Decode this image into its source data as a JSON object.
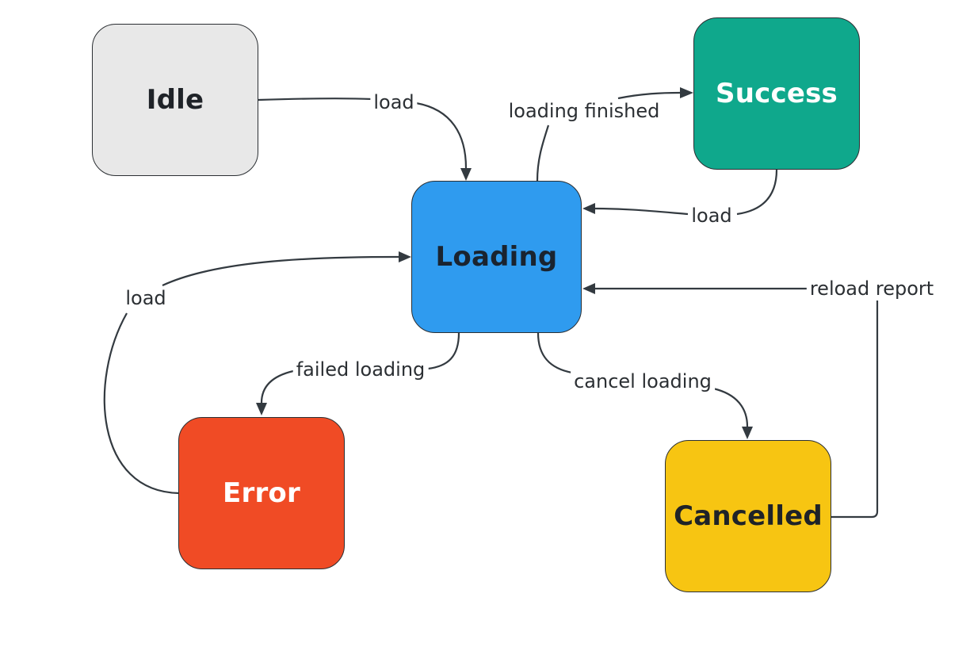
{
  "diagram": {
    "states": {
      "idle": {
        "label": "Idle",
        "color": "#e8e8e8",
        "text_color": "#1f2328"
      },
      "success": {
        "label": "Success",
        "color": "#0fa88c",
        "text_color": "#ffffff"
      },
      "loading": {
        "label": "Loading",
        "color": "#2f9bef",
        "text_color": "#1a2430"
      },
      "error": {
        "label": "Error",
        "color": "#f04b25",
        "text_color": "#ffffff"
      },
      "cancelled": {
        "label": "Cancelled",
        "color": "#f7c512",
        "text_color": "#1f2328"
      }
    },
    "transitions": [
      {
        "id": "idle-load",
        "from": "Idle",
        "to": "Loading",
        "label": "load"
      },
      {
        "id": "loading-finished",
        "from": "Loading",
        "to": "Success",
        "label": "loading finished"
      },
      {
        "id": "success-load",
        "from": "Success",
        "to": "Loading",
        "label": "load"
      },
      {
        "id": "error-load",
        "from": "Error",
        "to": "Loading",
        "label": "load"
      },
      {
        "id": "reload-report",
        "from": "Cancelled",
        "to": "Loading",
        "label": "reload report"
      },
      {
        "id": "failed-loading",
        "from": "Loading",
        "to": "Error",
        "label": "failed loading"
      },
      {
        "id": "cancel-loading",
        "from": "Loading",
        "to": "Cancelled",
        "label": "cancel loading"
      }
    ]
  }
}
